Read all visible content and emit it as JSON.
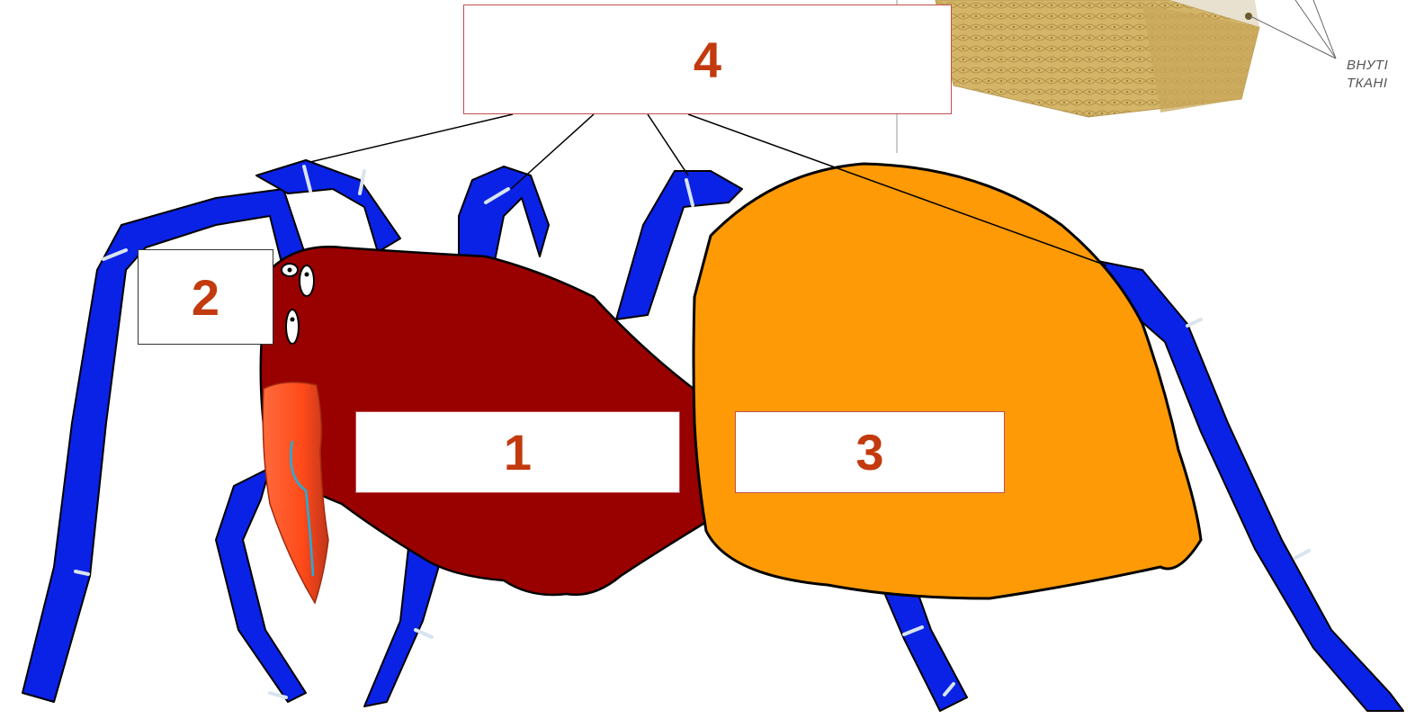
{
  "diagram": {
    "labels": {
      "thorax_label": "1",
      "chelicera_label": "2",
      "abdomen_label": "3",
      "legs_label": "4"
    },
    "inset_caption": {
      "line1": "ВНУТІ",
      "line2": "ТКАНІ"
    }
  },
  "colors": {
    "legs": "#0a22e6",
    "leg_joints": "#d8e4f0",
    "cephalothorax": "#990000",
    "abdomen": "#fd9a05",
    "chelicera": "#ff4a1a",
    "outline": "#000000",
    "label_text": "#c23a0e",
    "label_border": "#c0504d",
    "inset_tissue": "#d4b568"
  }
}
